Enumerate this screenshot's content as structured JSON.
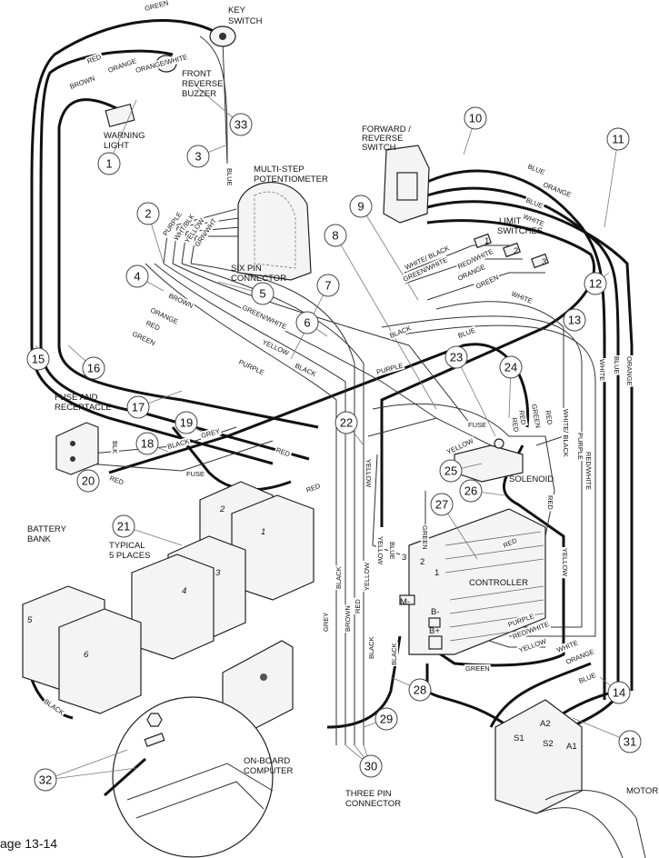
{
  "components": {
    "key_switch": [
      "KEY",
      "SWITCH"
    ],
    "buzzer": [
      "FRONT",
      "REVERSE",
      "BUZZER"
    ],
    "warning_light": [
      "WARNING",
      "LIGHT"
    ],
    "potentiometer": [
      "MULTI-STEP",
      "POTENTIOMETER"
    ],
    "six_pin": [
      "SIX PIN",
      "CONNECTOR"
    ],
    "fr_switch": [
      "FORWARD /",
      "REVERSE",
      "SWITCH"
    ],
    "limit_switches": [
      "LIMIT",
      "SWITCHES"
    ],
    "fuse_receptacle": [
      "FUSE AND",
      "RECEPTACLE"
    ],
    "battery_bank": [
      "BATTERY",
      "BANK"
    ],
    "typical": [
      "TYPICAL",
      "5 PLACES"
    ],
    "solenoid": "SOLENOID",
    "controller": "CONTROLLER",
    "computer": [
      "ON-BOARD",
      "COMPUTER"
    ],
    "three_pin": [
      "THREE PIN",
      "CONNECTOR"
    ],
    "motor": "MOTOR"
  },
  "terminals": [
    "M-",
    "B-",
    "B+",
    "1",
    "2",
    "3",
    "S1",
    "S2",
    "A1",
    "A2",
    "1",
    "2",
    "3"
  ],
  "batteries": [
    "1",
    "2",
    "3",
    "4",
    "5",
    "6"
  ],
  "callouts": [
    "1",
    "2",
    "3",
    "4",
    "5",
    "6",
    "7",
    "8",
    "9",
    "10",
    "11",
    "12",
    "13",
    "14",
    "15",
    "16",
    "17",
    "18",
    "19",
    "20",
    "21",
    "22",
    "23",
    "24",
    "25",
    "26",
    "27",
    "28",
    "29",
    "30",
    "31",
    "32",
    "33"
  ],
  "wires": [
    "GREEN",
    "RED",
    "ORANGE",
    "ORANGE/WHITE",
    "BROWN",
    "BLUE",
    "PURPLE",
    "WHT/BLK",
    "YELLOW",
    "GRN/WHT",
    "GREEN/WHITE",
    "BROWN",
    "ORANGE",
    "RED",
    "GREEN",
    "YELLOW",
    "BLACK",
    "PURPLE",
    "BLACK",
    "PURPLE",
    "BLUE",
    "BLUE",
    "ORANGE",
    "BLUE",
    "WHITE",
    "WHITE/ BLACK",
    "GREEN/WHITE",
    "RED/WHITE",
    "ORANGE",
    "GREEN",
    "WHITE",
    "WHITE",
    "BLUE",
    "ORANGE",
    "WHITE/ BLACK",
    "PURPLE",
    "RED/WHITE",
    "GREEN",
    "RED",
    "RED",
    "RED",
    "FUSE",
    "YELLOW",
    "FUSE",
    "GREY",
    "BLACK",
    "BLK",
    "RED",
    "RED",
    "RED",
    "RED",
    "YELLOW",
    "RED",
    "YELLOW",
    "BLUE",
    "GREEN",
    "PURPLE",
    "RED/WHITE",
    "YELLOW",
    "WHITE",
    "ORANGE",
    "BLUE",
    "GREEN",
    "BLACK",
    "BLACK",
    "GREY",
    "BLACK",
    "BROWN",
    "RED",
    "YELLOW",
    "BLACK",
    "YELLOW"
  ],
  "footer": "age 13-14"
}
